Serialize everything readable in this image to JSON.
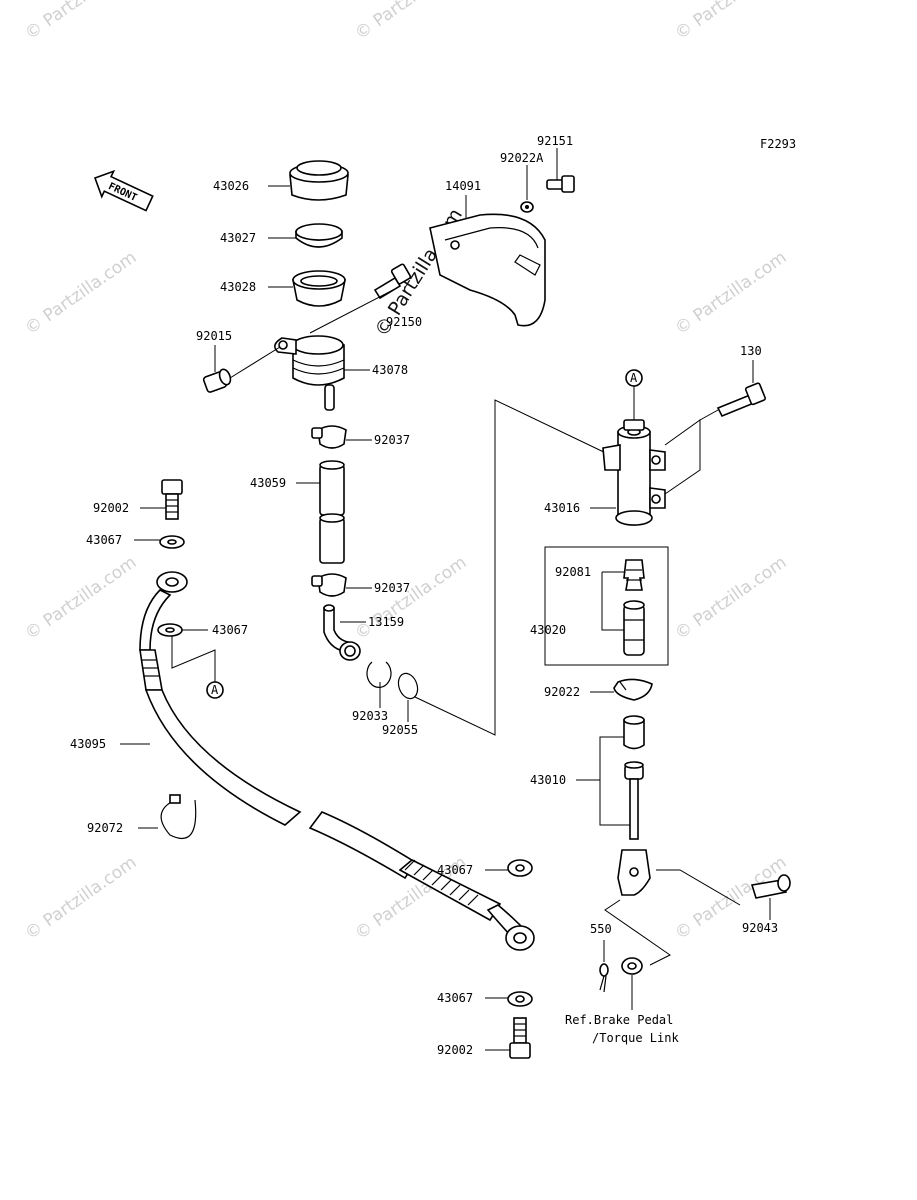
{
  "figure_code": "F2293",
  "front_label": "FRONT",
  "watermark": "© Partzilla.com",
  "callouts": {
    "p43026": "43026",
    "p43027": "43027",
    "p43028": "43028",
    "p92015": "92015",
    "p43078": "43078",
    "p92150": "92150",
    "p14091": "14091",
    "p92022A": "92022A",
    "p92151": "92151",
    "p130": "130",
    "p43016": "43016",
    "p92037a": "92037",
    "p43059": "43059",
    "p92037b": "92037",
    "p13159": "13159",
    "p92033": "92033",
    "p92055": "92055",
    "p92002a": "92002",
    "p43067a": "43067",
    "p43067b": "43067",
    "p43095": "43095",
    "p92072": "92072",
    "p43067c": "43067",
    "p43067d": "43067",
    "p92002b": "92002",
    "p92081": "92081",
    "p43020": "43020",
    "p92022": "92022",
    "p43010": "43010",
    "p92043": "92043",
    "p550": "550"
  },
  "ref_marker": "A",
  "ref_note": {
    "line1": "Ref.Brake Pedal",
    "line2": "/Torque Link"
  }
}
